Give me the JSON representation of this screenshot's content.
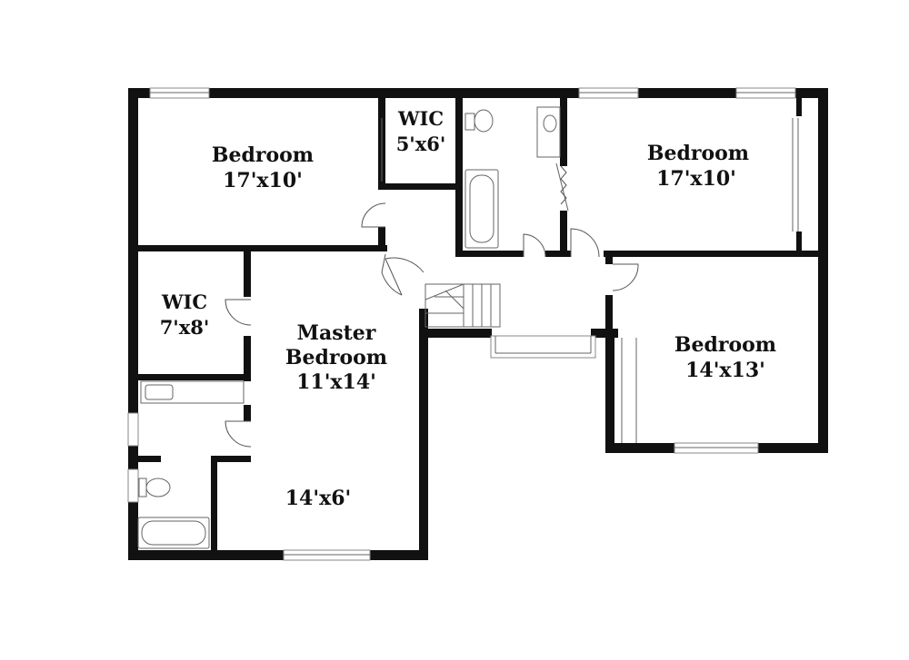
{
  "rooms": {
    "bedroom_nw": {
      "name": "Bedroom",
      "size": "17'x10'"
    },
    "wic_top": {
      "name": "WIC",
      "size": "5'x6'"
    },
    "bedroom_ne": {
      "name": "Bedroom",
      "size": "17'x10'"
    },
    "wic_left": {
      "name": "WIC",
      "size": "7'x8'"
    },
    "master": {
      "name_line1": "Master",
      "name_line2": "Bedroom",
      "size": "11'x14'"
    },
    "bedroom_se": {
      "name": "Bedroom",
      "size": "14'x13'"
    },
    "master_lower": {
      "size": "14'x6'"
    }
  }
}
